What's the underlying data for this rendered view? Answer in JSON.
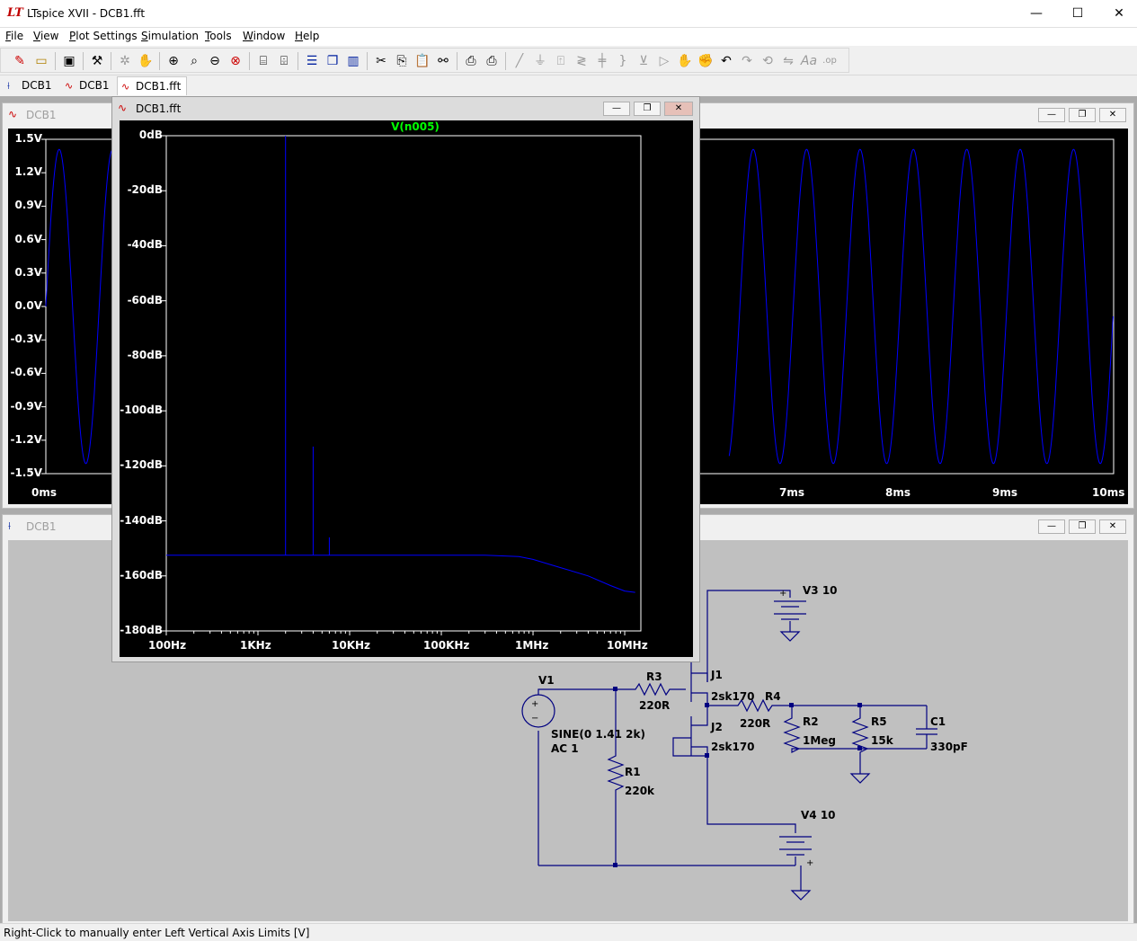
{
  "window": {
    "title": "LTspice XVII - DCB1.fft",
    "app_icon": "ltspice-logo-icon",
    "minimize": "—",
    "maximize": "☐",
    "close": "✕"
  },
  "menu": [
    "File",
    "View",
    "Plot Settings",
    "Simulation",
    "Tools",
    "Window",
    "Help"
  ],
  "tabs": [
    {
      "label": "DCB1",
      "icon": "schematic-icon"
    },
    {
      "label": "DCB1",
      "icon": "waveform-icon"
    },
    {
      "label": "DCB1.fft",
      "icon": "waveform-icon"
    }
  ],
  "transient": {
    "title": "DCB1",
    "y_ticks": [
      "1.5V",
      "1.2V",
      "0.9V",
      "0.6V",
      "0.3V",
      "0.0V",
      "-0.3V",
      "-0.6V",
      "-0.9V",
      "-1.2V",
      "-1.5V"
    ],
    "x_ticks_left": [
      "0ms"
    ],
    "x_ticks_right": [
      "7ms",
      "8ms",
      "9ms",
      "10ms"
    ]
  },
  "schematic": {
    "title": "DCB1",
    "labels": {
      "v3": "V3 10",
      "v4": "V4 10",
      "v1": "V1",
      "v1_val": "SINE(0 1.41 2k)",
      "v1_ac": "AC 1",
      "r1": "R1",
      "r1_val": "220k",
      "r3": "R3",
      "r3_val": "220R",
      "r4": "R4",
      "r4_val": "220R",
      "r2": "R2",
      "r2_val": "1Meg",
      "r5": "R5",
      "r5_val": "15k",
      "c1": "C1",
      "c1_val": "330pF",
      "j1": "J1",
      "j1_val": "2sk170",
      "j2": "J2",
      "j2_val": "2sk170"
    }
  },
  "fft": {
    "title": "DCB1.fft"
  },
  "chart_data": {
    "type": "line",
    "title": "V(n005)",
    "x_scale": "log",
    "xlim": [
      100,
      15000000
    ],
    "ylim": [
      -180,
      0
    ],
    "x_tick_labels": [
      "100Hz",
      "1KHz",
      "10KHz",
      "100KHz",
      "1MHz",
      "10MHz"
    ],
    "y_tick_labels": [
      "0dB",
      "-20dB",
      "-40dB",
      "-60dB",
      "-80dB",
      "-100dB",
      "-120dB",
      "-140dB",
      "-160dB",
      "-180dB"
    ],
    "series_color": "#0000ff",
    "series": [
      {
        "x": [
          100,
          1000,
          2000,
          2000,
          2000,
          4000,
          4000,
          4000,
          6000,
          6000,
          6000,
          10000,
          100000,
          300000,
          700000,
          1000000,
          2000000,
          4000000,
          7000000,
          10000000,
          13000000
        ],
        "y": [
          -152.5,
          -152.5,
          -152.5,
          0,
          -152.5,
          -152.5,
          -113,
          -152.5,
          -152.5,
          -146,
          -152.5,
          -152.5,
          -152.5,
          -152.5,
          -153,
          -154,
          -157,
          -160,
          -163.5,
          -165.5,
          -166
        ]
      }
    ]
  },
  "status": {
    "text": "Right-Click to manually enter Left Vertical Axis Limits [V]"
  },
  "colors": {
    "wire": "#000080",
    "trace": "#0000ff",
    "title_green": "#00ff00"
  }
}
